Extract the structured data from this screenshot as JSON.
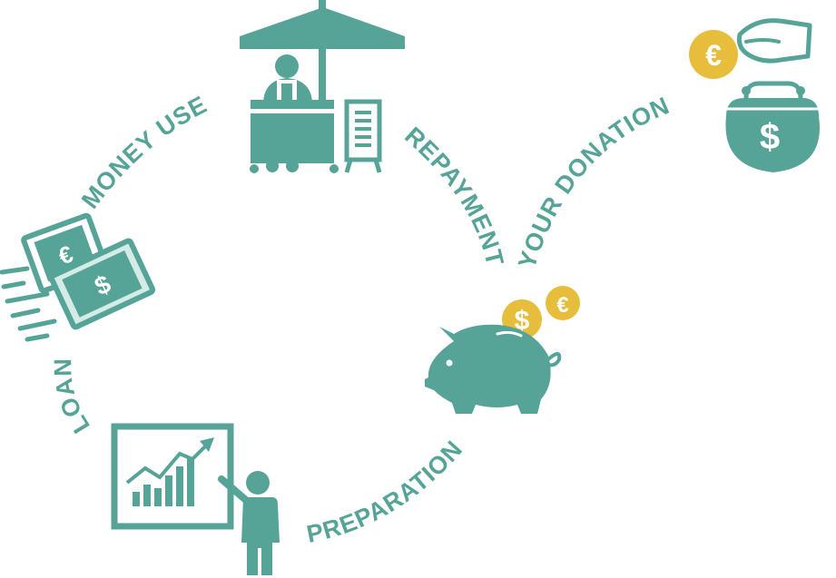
{
  "colors": {
    "teal": "#56a497",
    "gold": "#e7bd3c",
    "light_teal": "#d4ebe6",
    "white": "#ffffff"
  },
  "labels": {
    "money_use": "MONEY USE",
    "repayment": "REPAYMENT",
    "your_donation": "YOUR DONATION",
    "loan": "LOAN",
    "preparation": "PREPARATION"
  },
  "symbols": {
    "euro": "€",
    "dollar": "$"
  },
  "icons": {
    "stand": "market-stall-icon",
    "donation": "hand-coin-purse-icon",
    "loan": "banknotes-icon",
    "savings": "piggy-bank-icon",
    "preparation": "presentation-chart-icon"
  }
}
